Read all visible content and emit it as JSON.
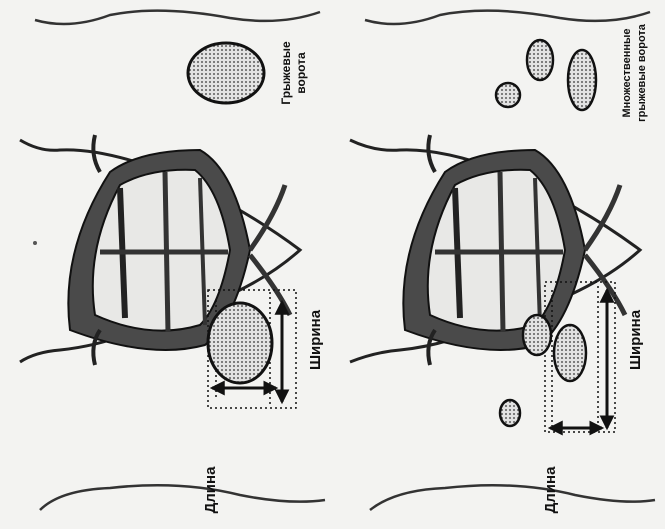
{
  "labels": {
    "length": "Длина",
    "width": "Ширина",
    "hernia_gate_line1": "Грыжевые",
    "hernia_gate_line2": "ворота",
    "multiple_line1": "Множественные",
    "multiple_line2": "грыжевые ворота"
  },
  "colors": {
    "ink": "#111111",
    "paper": "#f3f3f1",
    "shadow": "#555555",
    "defect_fill": "#d6d6d6"
  }
}
